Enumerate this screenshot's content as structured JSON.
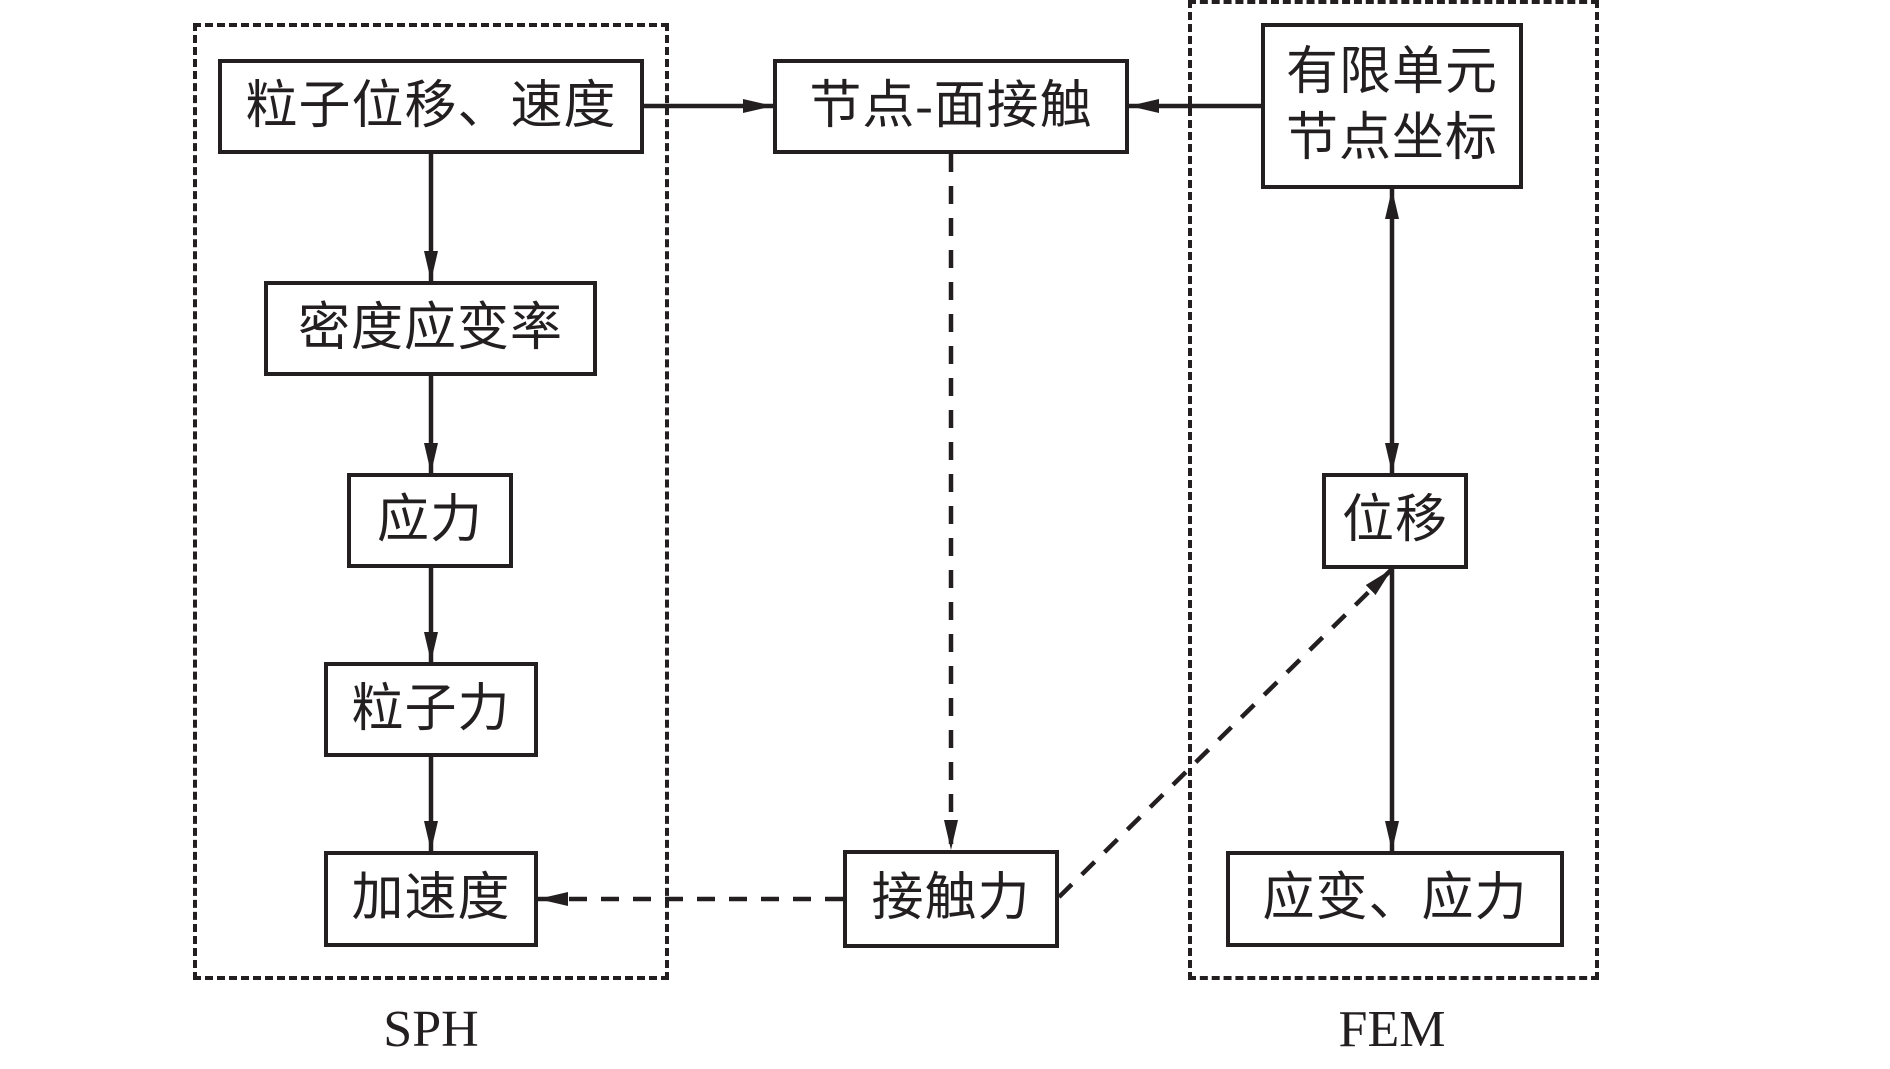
{
  "diagram": {
    "groups": [
      {
        "id": "sph",
        "label": "SPH"
      },
      {
        "id": "fem",
        "label": "FEM"
      }
    ],
    "nodes": {
      "particle_disp_vel": "粒子位移、速度",
      "density_strain_rate": "密度应变率",
      "stress": "应力",
      "particle_force": "粒子力",
      "acceleration": "加速度",
      "node_surface_contact": "节点-面接触",
      "contact_force": "接触力",
      "fe_node_coords": "有限单元\n节点坐标",
      "displacement": "位移",
      "strain_stress": "应变、应力"
    },
    "edges": [
      {
        "from": "particle_disp_vel",
        "to": "density_strain_rate",
        "style": "solid"
      },
      {
        "from": "density_strain_rate",
        "to": "stress",
        "style": "solid"
      },
      {
        "from": "stress",
        "to": "particle_force",
        "style": "solid"
      },
      {
        "from": "particle_force",
        "to": "acceleration",
        "style": "solid"
      },
      {
        "from": "particle_disp_vel",
        "to": "node_surface_contact",
        "style": "solid"
      },
      {
        "from": "fe_node_coords",
        "to": "node_surface_contact",
        "style": "solid"
      },
      {
        "from": "node_surface_contact",
        "to": "contact_force",
        "style": "dashed"
      },
      {
        "from": "contact_force",
        "to": "acceleration",
        "style": "dashed"
      },
      {
        "from": "contact_force",
        "to": "displacement",
        "style": "dashed"
      },
      {
        "from": "fe_node_coords",
        "to": "displacement",
        "style": "solid",
        "bidirectional": true
      },
      {
        "from": "displacement",
        "to": "strain_stress",
        "style": "solid"
      }
    ]
  }
}
